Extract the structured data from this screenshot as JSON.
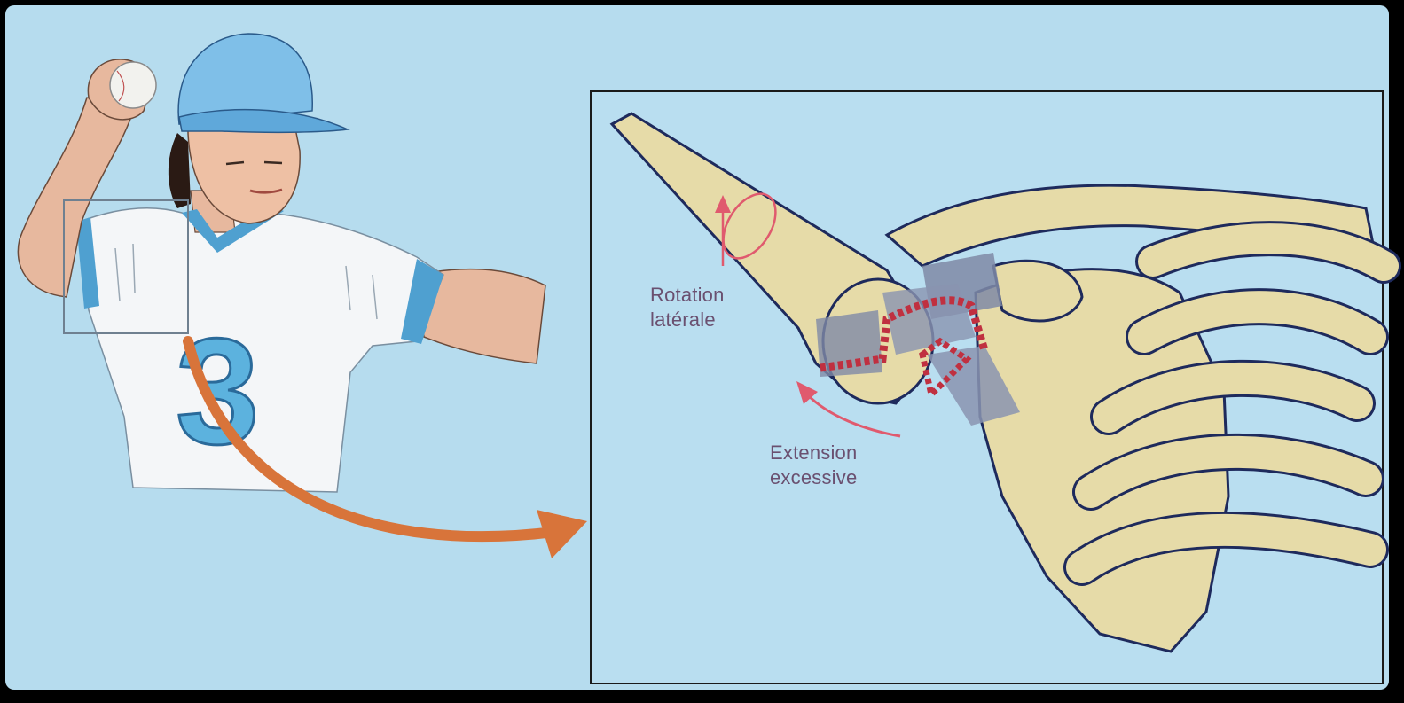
{
  "labels": {
    "rotation": [
      "Rotation",
      "latérale"
    ],
    "extension": [
      "Extension",
      "excessive"
    ]
  },
  "jersey_number": "3",
  "colors": {
    "background": "#b6dcee",
    "bone": "#e6dba8",
    "outline": "#1e2a5c",
    "motion_arrow": "#e05a6e",
    "callout_arrow": "#d8743a",
    "injury": "#c03040",
    "text": "#6a5070",
    "jersey_trim": "#4fa0d0"
  }
}
